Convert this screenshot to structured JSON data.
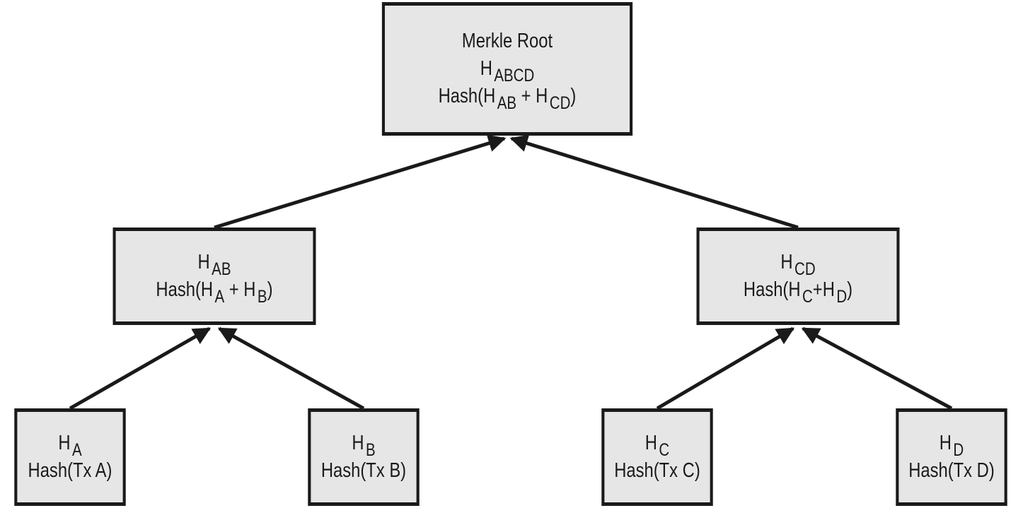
{
  "root": {
    "title": "Merkle Root",
    "hash_main": "H",
    "hash_sub": "ABCD",
    "formula_prefix": "Hash(H",
    "formula_sub1": "AB",
    "formula_mid": "+ H",
    "formula_sub2": "CD",
    "formula_suffix": ")"
  },
  "node_ab": {
    "hash_main": "H",
    "hash_sub": "AB",
    "formula_prefix": "Hash(H",
    "formula_sub1": "A",
    "formula_mid": "+ H",
    "formula_sub2": "B",
    "formula_suffix": ")"
  },
  "node_cd": {
    "hash_main": "H",
    "hash_sub": "CD",
    "formula_prefix": "Hash(H",
    "formula_sub1": "C",
    "formula_mid": "+H",
    "formula_sub2": "D",
    "formula_suffix": ")"
  },
  "leaf_a": {
    "hash_main": "H",
    "hash_sub": "A",
    "formula": "Hash(Tx A)"
  },
  "leaf_b": {
    "hash_main": "H",
    "hash_sub": "B",
    "formula": "Hash(Tx B)"
  },
  "leaf_c": {
    "hash_main": "H",
    "hash_sub": "C",
    "formula": "Hash(Tx C)"
  },
  "leaf_d": {
    "hash_main": "H",
    "hash_sub": "D",
    "formula": "Hash(Tx D)"
  },
  "colors": {
    "node_fill": "#e6e6e6",
    "stroke": "#1a1a1a"
  }
}
